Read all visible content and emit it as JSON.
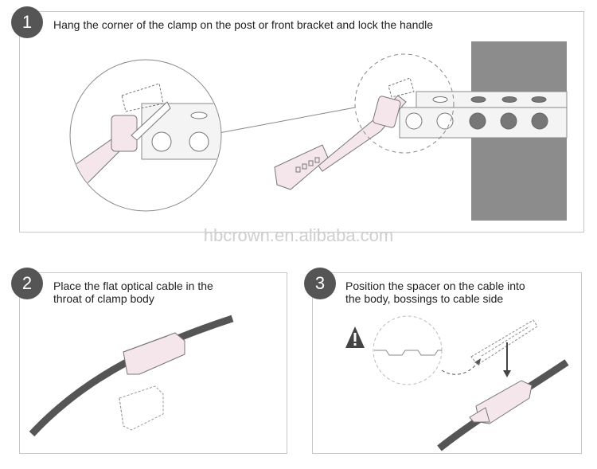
{
  "steps": [
    {
      "number": "1",
      "text": "Hang the corner of the clamp on the post or front bracket and lock the handle"
    },
    {
      "number": "2",
      "text_line1": "Place the flat optical cable in the",
      "text_line2": "throat of clamp body"
    },
    {
      "number": "3",
      "text_line1": "Position the spacer on the cable into",
      "text_line2": "the body, bossings to cable side"
    }
  ],
  "watermark": "hbcrown.en.alibaba.com",
  "colors": {
    "badge": "#555555",
    "border": "#c8c8c8",
    "clamp": "#f5e6ec",
    "wall": "#8c8c8c",
    "cable": "#555555"
  }
}
